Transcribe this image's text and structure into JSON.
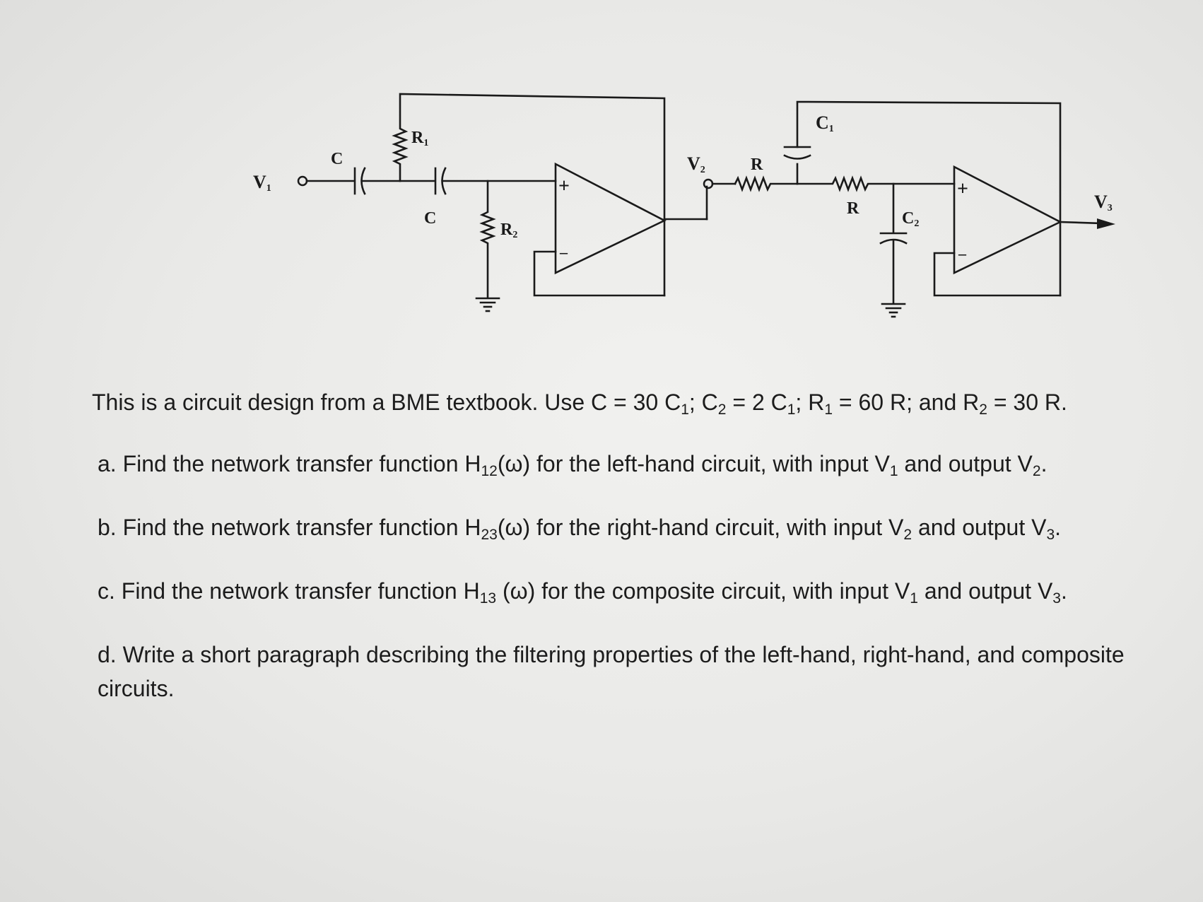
{
  "circuit": {
    "labels": {
      "v1": "V",
      "v1_sub": "1",
      "c_left": "C",
      "r1": "R",
      "r1_sub": "1",
      "c_mid": "C",
      "r2": "R",
      "r2_sub": "2",
      "plus1": "+",
      "minus1": "–",
      "v2": "V",
      "v2_sub": "2",
      "r_top": "R",
      "c1": "C",
      "c1_sub": "1",
      "r_mid": "R",
      "c2": "C",
      "c2_sub": "2",
      "plus2": "+",
      "minus2": "–",
      "v3": "V",
      "v3_sub": "3"
    }
  },
  "problem": {
    "intro": {
      "t1": "This is a circuit design from a BME textbook. Use C = 30 C",
      "s1": "1",
      "t2": "; C",
      "s2": "2",
      "t3": " = 2 C",
      "s3": "1",
      "t4": "; R",
      "s4": "1",
      "t5": " = 60 R; and R",
      "s5": "2",
      "t6": " = 30 R."
    },
    "a": {
      "t1": "a. Find the network transfer function H",
      "s1": "12",
      "t2": "(ω) for the left-hand circuit, with input V",
      "s2": "1",
      "t3": " and output V",
      "s3": "2",
      "t4": "."
    },
    "b": {
      "t1": "b. Find the network transfer function H",
      "s1": "23",
      "t2": "(ω) for the right-hand circuit, with input V",
      "s2": "2",
      "t3": " and output V",
      "s3": "3",
      "t4": "."
    },
    "c": {
      "t1": "c. Find the network transfer function H",
      "s1": "13",
      "t2": " (ω) for the composite circuit, with input V",
      "s2": "1",
      "t3": " and output V",
      "s3": "3",
      "t4": "."
    },
    "d": {
      "text": "d. Write a short paragraph describing the filtering properties of the left-hand, right-hand, and composite circuits."
    }
  }
}
